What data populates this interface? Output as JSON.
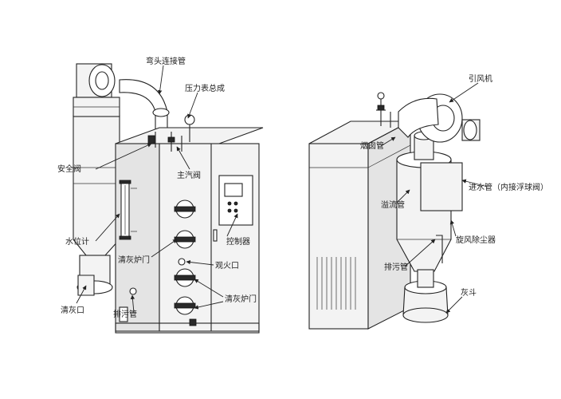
{
  "left_labels": {
    "elbow_pipe": "弯头连接管",
    "pressure_gauge": "压力表总成",
    "safety_valve": "安全阀",
    "main_steam_valve": "主汽阀",
    "control_panel": "控制器",
    "water_level": "水位计",
    "ash_door_upper": "清灰炉门",
    "sight_port": "观火口",
    "ash_outlet": "清灰口",
    "ash_door_lower": "清灰炉门",
    "drain_pipe": "排污管"
  },
  "right_labels": {
    "induced_fan": "引风机",
    "chimney_pipe": "烟囱管",
    "overflow_pipe": "溢流管",
    "water_inlet": "进水管（内接浮球阀）",
    "cyclone": "旋风除尘器",
    "drain_pipe": "排污管",
    "ash_hopper": "灰斗"
  }
}
